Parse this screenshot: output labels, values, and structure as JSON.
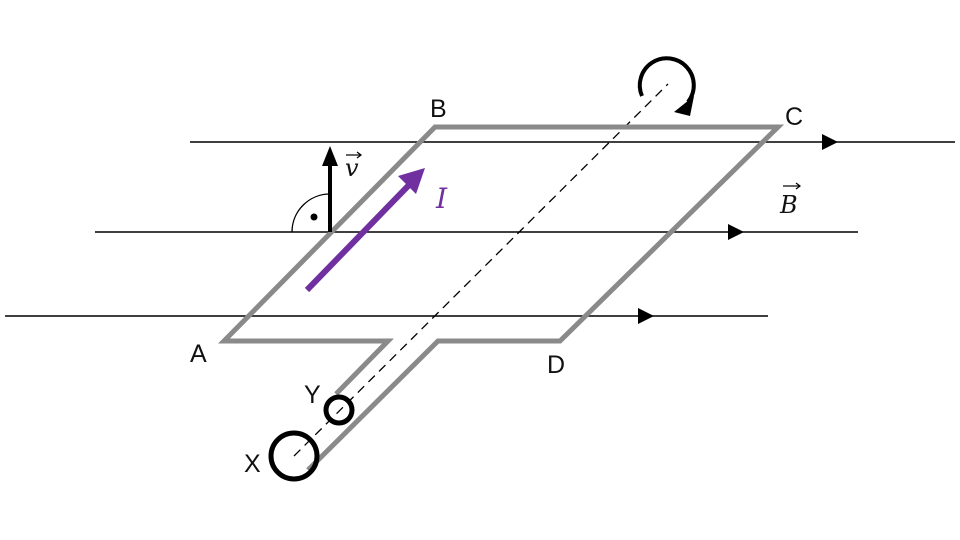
{
  "labels": {
    "A": "A",
    "B": "B",
    "C": "C",
    "D": "D",
    "X": "X",
    "Y": "Y",
    "velocity": "v",
    "current": "I",
    "field": "B"
  },
  "colors": {
    "loop": "#8a8a8a",
    "current": "#7030a0",
    "lines": "#000000"
  }
}
